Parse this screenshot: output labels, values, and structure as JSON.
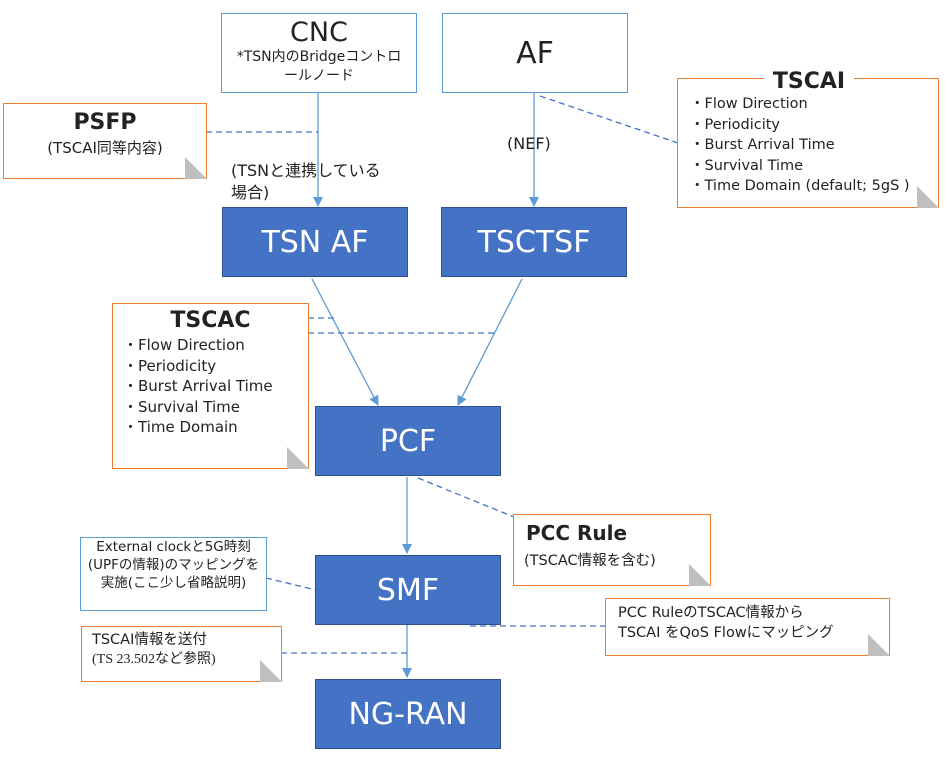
{
  "entities": {
    "cnc": {
      "title": "CNC",
      "subtitle": "*TSN内のBridgeコントロールノード"
    },
    "af": {
      "title": "AF"
    },
    "tsn_af": {
      "title": "TSN AF"
    },
    "tsctsf": {
      "title": "TSCTSF"
    },
    "pcf": {
      "title": "PCF"
    },
    "smf": {
      "title": "SMF"
    },
    "ng_ran": {
      "title": "NG-RAN"
    }
  },
  "labels": {
    "nef": "(NEF)",
    "tsn_cooperation": "(TSNと連携している場合)"
  },
  "notes": {
    "psfp": {
      "title": "PSFP",
      "body": "(TSCAI同等内容)"
    },
    "tscai": {
      "title": "TSCAI",
      "items": [
        "・Flow Direction",
        "・Periodicity",
        "・Burst Arrival Time",
        "・Survival Time",
        "・Time Domain (default; 5gS )"
      ]
    },
    "tscac": {
      "title": "TSCAC",
      "items": [
        "・Flow Direction",
        "・Periodicity",
        "・Burst Arrival Time",
        "・Survival Time",
        "・Time Domain"
      ]
    },
    "pcc_rule": {
      "title": "PCC Rule",
      "body": "(TSCAC情報を含む)"
    },
    "external_clock": {
      "text": "External clockと5G時刻(UPFの情報)のマッピングを実施(ここ少し省略説明)"
    },
    "tscac_mapping": {
      "line1": "PCC RuleのTSCAC情報から",
      "line2": "TSCAI をQoS Flowにマッピング"
    },
    "tscai_send": {
      "line1": "TSCAI情報を送付",
      "line2": "(TS 23.502など参照)"
    }
  },
  "colors": {
    "node_fill": "#4472c4",
    "node_border": "#2f528f",
    "outline": "#5b9bd5",
    "note_border": "#ed7d31",
    "fold": "#bfbfbf"
  }
}
